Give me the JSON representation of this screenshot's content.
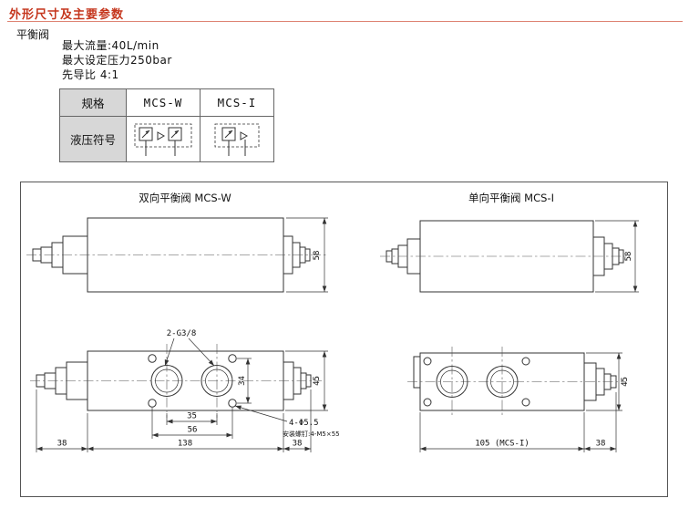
{
  "page": {
    "title": "外形尺寸及主要参数",
    "section": "平衡阀",
    "specs": [
      "最大流量:40L/min",
      "最大设定压力250bar",
      "先导比 4:1"
    ]
  },
  "table": {
    "spec_label": "规格",
    "models": [
      "MCS-W",
      "MCS-I"
    ],
    "symbol_label": "液压符号"
  },
  "drawings": {
    "left": {
      "title": "双向平衡阀 MCS-W",
      "dims": {
        "body_height": "58",
        "front_height": "45",
        "ports": "2-G3/8",
        "hole_v": "34",
        "port_pitch": "35",
        "hole_h": "56",
        "length": "138",
        "end_left": "38",
        "end_right": "38",
        "holes": "4-Φ5.5",
        "screws": "安装螺钉:4-M5×55"
      }
    },
    "right": {
      "title": "单向平衡阀 MCS-I",
      "dims": {
        "body_height": "58",
        "front_height": "45",
        "length": "105 (MCS-I)",
        "end_right": "38"
      }
    }
  }
}
